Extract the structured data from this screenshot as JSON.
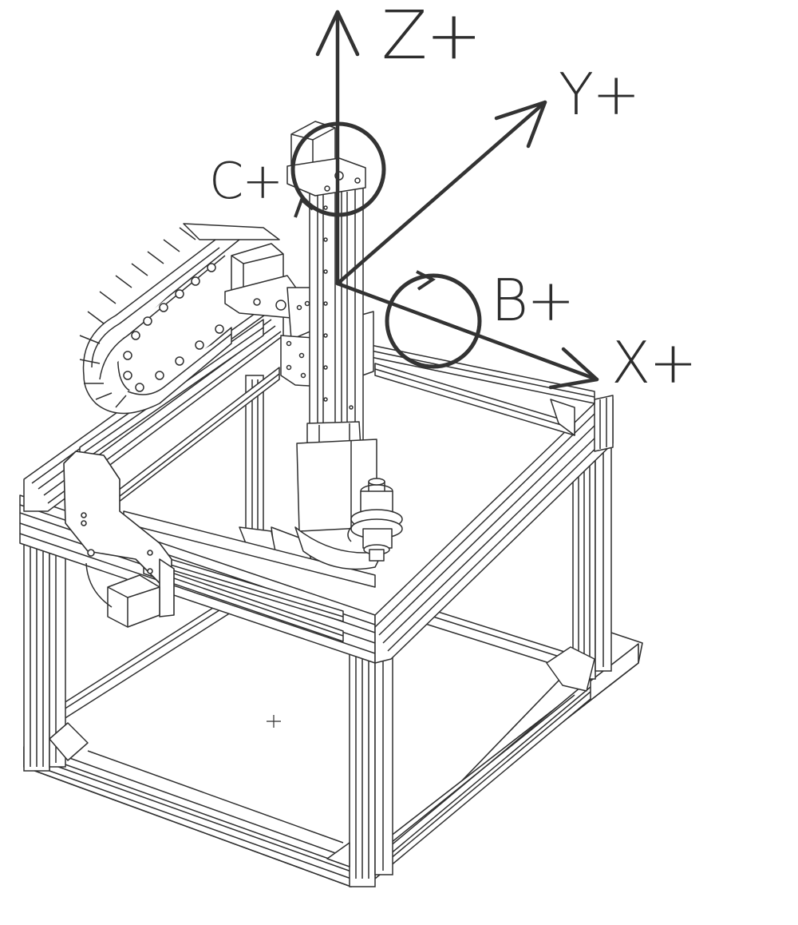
{
  "axes": {
    "z": "Z+",
    "y": "Y+",
    "x": "X+",
    "c": "C+",
    "b": "B+"
  },
  "colors": {
    "line": "#2f2f2f",
    "axis": "#333333",
    "background": "#ffffff",
    "panel": "#ffffff"
  }
}
